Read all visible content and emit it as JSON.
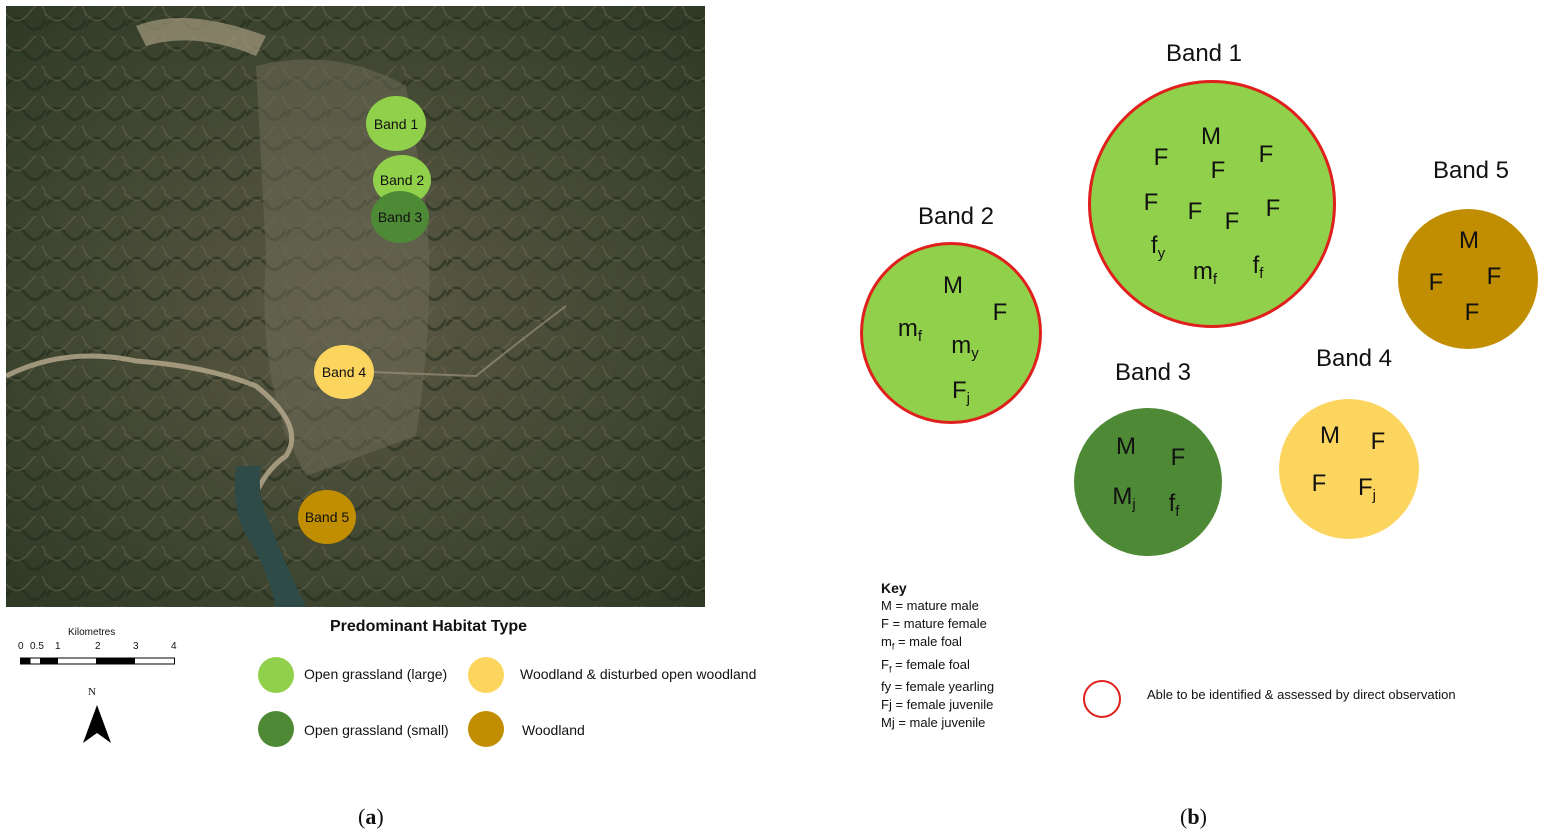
{
  "panel_a": {
    "label_paren_open": "(",
    "label_letter": "a",
    "label_paren_close": ")",
    "markers": [
      {
        "text": "Band 1",
        "color": "#90d04a"
      },
      {
        "text": "Band 2",
        "color": "#90d04a"
      },
      {
        "text": "Band 3",
        "color": "#4e8a36"
      },
      {
        "text": "Band 4",
        "color": "#fcd55f"
      },
      {
        "text": "Band 5",
        "color": "#c08e00"
      }
    ],
    "scale": {
      "title": "Kilometres",
      "ticks": [
        "0",
        "0.5",
        "1",
        "2",
        "3",
        "4"
      ]
    },
    "north": "N",
    "legend": {
      "title": "Predominant Habitat Type",
      "items": [
        {
          "label": "Open grassland (large)",
          "color": "#90d04a"
        },
        {
          "label": "Woodland & disturbed open woodland",
          "color": "#fcd55f"
        },
        {
          "label": "Open grassland (small)",
          "color": "#4e8a36"
        },
        {
          "label": "Woodland",
          "color": "#c08e00"
        }
      ]
    }
  },
  "panel_b": {
    "label_paren_open": "(",
    "label_letter": "b",
    "label_paren_close": ")",
    "bands": [
      {
        "title": "Band 1",
        "color": "#90d04a",
        "outline": "#e0201c",
        "members": [
          {
            "t": "M",
            "s": ""
          },
          {
            "t": "F",
            "s": ""
          },
          {
            "t": "F",
            "s": ""
          },
          {
            "t": "F",
            "s": ""
          },
          {
            "t": "F",
            "s": ""
          },
          {
            "t": "F",
            "s": ""
          },
          {
            "t": "F",
            "s": ""
          },
          {
            "t": "F",
            "s": ""
          },
          {
            "t": "f",
            "s": "y"
          },
          {
            "t": "m",
            "s": "f"
          },
          {
            "t": "f",
            "s": "f"
          }
        ]
      },
      {
        "title": "Band 2",
        "color": "#90d04a",
        "outline": "#e0201c",
        "members": [
          {
            "t": "M",
            "s": ""
          },
          {
            "t": "F",
            "s": ""
          },
          {
            "t": "m",
            "s": "f"
          },
          {
            "t": "m",
            "s": "y"
          },
          {
            "t": "F",
            "s": "j"
          }
        ]
      },
      {
        "title": "Band 3",
        "color": "#4e8a36",
        "outline": "",
        "members": [
          {
            "t": "M",
            "s": ""
          },
          {
            "t": "F",
            "s": ""
          },
          {
            "t": "M",
            "s": "j"
          },
          {
            "t": "f",
            "s": "f"
          }
        ]
      },
      {
        "title": "Band 4",
        "color": "#fcd55f",
        "outline": "",
        "members": [
          {
            "t": "M",
            "s": ""
          },
          {
            "t": "F",
            "s": ""
          },
          {
            "t": "F",
            "s": ""
          },
          {
            "t": "F",
            "s": "j"
          }
        ]
      },
      {
        "title": "Band 5",
        "color": "#c08e00",
        "outline": "",
        "members": [
          {
            "t": "M",
            "s": ""
          },
          {
            "t": "F",
            "s": ""
          },
          {
            "t": "F",
            "s": ""
          },
          {
            "t": "F",
            "s": ""
          }
        ]
      }
    ],
    "key": {
      "title": "Key",
      "lines": [
        {
          "pre": "M = mature male",
          "sub": "",
          "post": ""
        },
        {
          "pre": "F = mature female",
          "sub": "",
          "post": ""
        },
        {
          "pre": "m",
          "sub": "f",
          "post": " = male foal"
        },
        {
          "pre": "F",
          "sub": "f",
          "post": " = female foal"
        },
        {
          "pre": "fy = female yearling",
          "sub": "",
          "post": ""
        },
        {
          "pre": "Fj = female juvenile",
          "sub": "",
          "post": ""
        },
        {
          "pre": "Mj = male juvenile",
          "sub": "",
          "post": ""
        }
      ]
    },
    "observation_legend": {
      "label": "Able to be identified & assessed by direct observation",
      "color": "#e0201c"
    }
  }
}
